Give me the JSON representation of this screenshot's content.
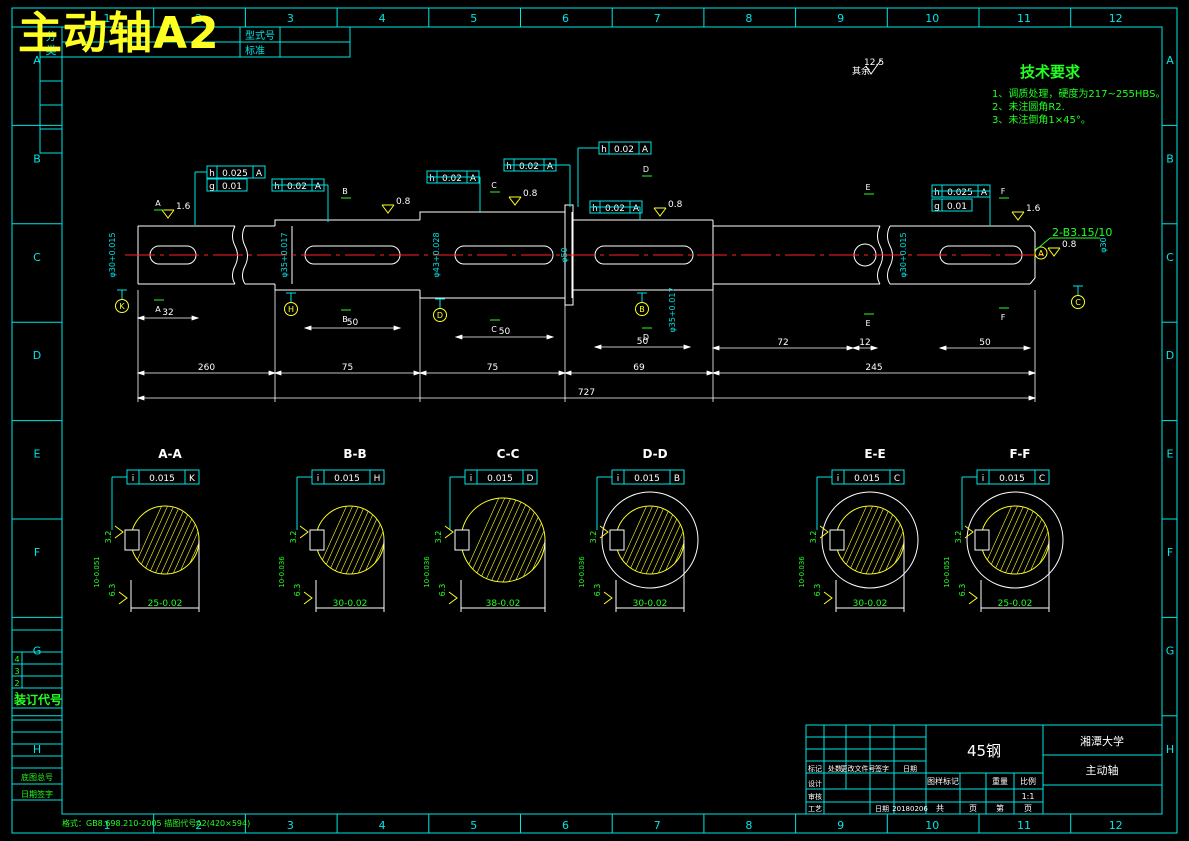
{
  "overlay_title": "主动轴A2",
  "border": {
    "columns": [
      "1",
      "2",
      "3",
      "4",
      "5",
      "6",
      "7",
      "8",
      "9",
      "10",
      "11",
      "12"
    ],
    "rows": [
      "A",
      "B",
      "C",
      "D",
      "E",
      "F",
      "G",
      "H"
    ]
  },
  "top_left_block": {
    "chars": [
      "分",
      "类"
    ],
    "labels": [
      "型式号",
      "标准"
    ]
  },
  "surface_finish_general": {
    "value": "12.5",
    "prefix": "其余"
  },
  "tech_requirements": {
    "title": "技术要求",
    "items": [
      "1、调质处理，硬度为217~255HBS。",
      "2、未注圆角R2.",
      "3、未注倒角1×45°。"
    ]
  },
  "tolerance_frames": [
    {
      "sym": "h",
      "val": "0.025",
      "ref": "A"
    },
    {
      "sym": "g",
      "val": "0.01",
      "ref": ""
    },
    {
      "sym": "h",
      "val": "0.02",
      "ref": "A"
    },
    {
      "sym": "h",
      "val": "0.02",
      "ref": "A"
    },
    {
      "sym": "h",
      "val": "0.02",
      "ref": "A"
    },
    {
      "sym": "h",
      "val": "0.02",
      "ref": "A"
    },
    {
      "sym": "h",
      "val": "0.02",
      "ref": "A"
    },
    {
      "sym": "h",
      "val": "0.025",
      "ref": "A"
    },
    {
      "sym": "g",
      "val": "0.01",
      "ref": ""
    }
  ],
  "roughness_marks": [
    "1.6",
    "0.8",
    "0.8",
    "0.8",
    "1.6",
    "0.8"
  ],
  "section_letters": [
    "A",
    "B",
    "C",
    "D",
    "E",
    "F"
  ],
  "datum_circles": [
    "K",
    "H",
    "D",
    "B",
    "C"
  ],
  "datum_a": "A",
  "diameters": [
    "φ30+0.015",
    "φ35+0.017",
    "φ43+0.028",
    "φ50",
    "φ35+0.017",
    "φ30+0.015",
    "φ30"
  ],
  "center_hole_note": "2-B3.15/10",
  "dimensions": {
    "d32": "32",
    "d50a": "50",
    "d50b": "50",
    "d50c": "50",
    "d72": "72",
    "d12": "12",
    "d50d": "50",
    "d260": "260",
    "d75a": "75",
    "d75b": "75",
    "d69": "69",
    "d245": "245",
    "d727": "727"
  },
  "sections": [
    {
      "title": "A-A",
      "frame_sym": "i",
      "frame_val": "0.015",
      "frame_ref": "K",
      "depth": "10-0.051",
      "width": "25-0.02",
      "r1": "3.2",
      "r2": "6.3"
    },
    {
      "title": "B-B",
      "frame_sym": "i",
      "frame_val": "0.015",
      "frame_ref": "H",
      "depth": "10-0.036",
      "width": "30-0.02",
      "r1": "3.2",
      "r2": "6.3"
    },
    {
      "title": "C-C",
      "frame_sym": "i",
      "frame_val": "0.015",
      "frame_ref": "D",
      "depth": "10-0.036",
      "width": "38-0.02",
      "r1": "3.2",
      "r2": "6.3"
    },
    {
      "title": "D-D",
      "frame_sym": "i",
      "frame_val": "0.015",
      "frame_ref": "B",
      "depth": "10-0.036",
      "width": "30-0.02",
      "r1": "3.2",
      "r2": "6.3"
    },
    {
      "title": "E-E",
      "frame_sym": "i",
      "frame_val": "0.015",
      "frame_ref": "C",
      "depth": "10-0.036",
      "width": "30-0.02",
      "r1": "3.2",
      "r2": "6.3"
    },
    {
      "title": "F-F",
      "frame_sym": "i",
      "frame_val": "0.015",
      "frame_ref": "C",
      "depth": "10-0.051",
      "width": "25-0.02",
      "r1": "3.2",
      "r2": "6.3"
    }
  ],
  "binding_block": {
    "title": "装订代号",
    "rows": [
      "4",
      "3",
      "2",
      "1"
    ],
    "labels": [
      "底图总号",
      "日期签字"
    ]
  },
  "bottom_note": "格式：GB8.698.210-2005 描图代号A2(420×594)",
  "title_block": {
    "material": "45钢",
    "school": "湘潭大学",
    "part_name": "主动轴",
    "scale_label": "比例",
    "scale": "1:1",
    "weight_label": "重量",
    "stage_label": "图样标记",
    "sheets_label": "共",
    "sheet_label": "页",
    "sheet_label2": "第",
    "sheet_label3": "页",
    "design": "设计",
    "review": "审核",
    "craft": "工艺",
    "date_label": "日期",
    "date": "20180206",
    "row_labels": [
      "标记",
      "处数",
      "更改文件号",
      "签字",
      "日期"
    ]
  }
}
